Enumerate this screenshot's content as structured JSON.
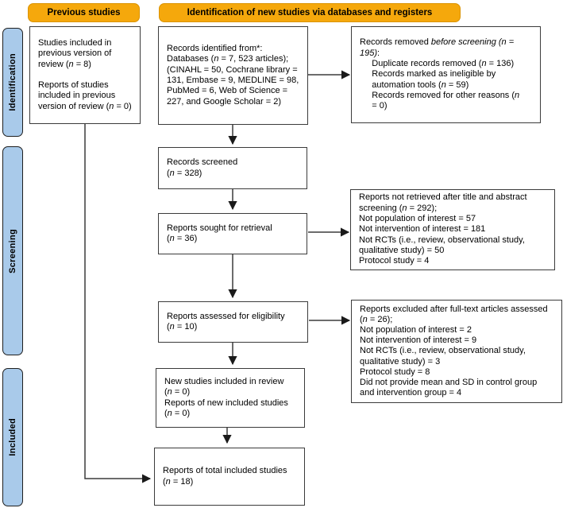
{
  "headers": {
    "previous": "Previous studies",
    "new_via_databases": "Identification of new studies via databases and registers"
  },
  "sidebar": {
    "identification": "Identification",
    "screening": "Screening",
    "included": "Included"
  },
  "boxes": {
    "previous_studies": "Studies included in\nprevious version of\nreview («n» = 8)\n\nReports of studies\nincluded in previous\nversion of review («n» = 0)",
    "records_identified": "Records identified from*:\nDatabases («n» = 7, 523 articles);\n(CINAHL = 50, Cochrane library =\n131, Embase = 9, MEDLINE = 98,\nPubMed = 6, Web of Science =\n227, and Google Scholar = 2)",
    "records_removed": "Records removed «before screening (n =\n195)»:\n     Duplicate records removed («n» = 136)\n     Records marked as ineligible by\n     automation tools («n» = 59)\n     Records removed for other reasons («n»\n     = 0)",
    "records_screened": "Records screened\n(«n» = 328)",
    "reports_sought": "Reports sought for retrieval\n(«n» = 36)",
    "reports_not_retrieved": "Reports not retrieved after title and abstract\nscreening («n» = 292);\nNot population of interest = 57\nNot intervention of interest = 181\nNot RCTs (i.e., review, observational study,\nqualitative study) = 50\nProtocol study = 4",
    "reports_assessed": "Reports assessed for eligibility\n(«n» = 10)",
    "reports_excluded": "Reports excluded after full-text articles assessed\n(«n» = 26);\nNot population of interest = 2\nNot intervention of interest = 9\nNot RCTs (i.e., review, observational study,\nqualitative study) = 3\nProtocol study = 8\nDid not provide mean and SD in control group\nand intervention group = 4",
    "new_studies_included": "New studies included in review\n(«n» = 0)\nReports of new included studies\n(«n» = 0)",
    "total_included": "Reports of total included studies\n(«n» = 18)"
  },
  "colors": {
    "header_bg": "#F5A80C",
    "header_border": "#DB9300",
    "sidebar_bg": "#A9CAEA",
    "sidebar_border": "#1F1F1F",
    "box_border": "#3B3B3B",
    "line": "#3B3B3B"
  }
}
